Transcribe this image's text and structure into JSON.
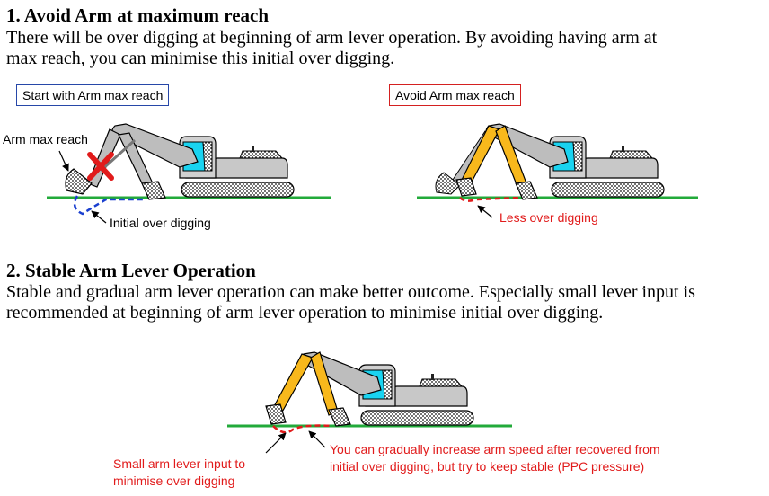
{
  "section1": {
    "heading": "1. Avoid Arm at maximum reach",
    "text_line1": "There will be over digging at beginning of arm lever operation. By avoiding having arm at",
    "text_line2": "max reach, you can minimise this initial over digging.",
    "left_box": "Start with Arm max reach",
    "right_box": "Avoid Arm max reach",
    "arm_max_label": "Arm max reach",
    "initial_over_label": "Initial over digging",
    "less_over_label": "Less over digging"
  },
  "section2": {
    "heading": "2. Stable Arm Lever Operation",
    "text_line1": "Stable and gradual arm lever operation can make better outcome. Especially small lever input is",
    "text_line2": "recommended at beginning of arm lever operation to minimise initial over digging.",
    "small_input_line1": "Small arm lever input to",
    "small_input_line2": "minimise over digging",
    "gradual_line1": "You can gradually increase arm speed after recovered from",
    "gradual_line2": "initial over digging, but try to keep stable (PPC pressure)"
  },
  "colors": {
    "ground": "#22aa3a",
    "cab_glass": "#19d3f0",
    "boom_grey": "#bdbdbd",
    "arm_yellow": "#f8b81c",
    "highlight_red": "#e11b1b",
    "trace_blue": "#1a3fd0",
    "box_blue": "#2747a8",
    "box_red": "#d42020"
  }
}
